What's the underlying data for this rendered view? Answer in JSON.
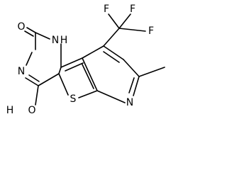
{
  "structure": {
    "atoms": {
      "o_carbonyl": "O",
      "n1": "N",
      "n1_h": "H",
      "n3": "N",
      "oh_o": "O",
      "oh_h": "H",
      "s": "S",
      "n_pyridine": "N",
      "cf3_f_top_left": "F",
      "cf3_f_top_right": "F",
      "cf3_f_right": "F"
    }
  }
}
